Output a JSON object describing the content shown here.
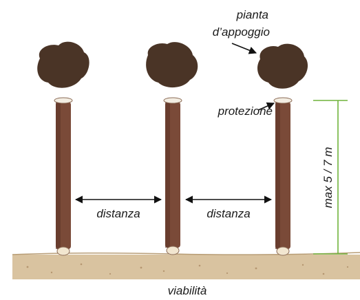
{
  "labels": {
    "support_plant_line1": "pianta",
    "support_plant_line2": "d’appoggio",
    "protection": "protezione",
    "distance_left": "distanza",
    "distance_right": "distanza",
    "max_height": "max 5 / 7 m",
    "road": "viabilità"
  },
  "colors": {
    "ground": "#d9c3a0",
    "trunk": "#7a4a38",
    "canopy": "#4a3426",
    "dimension_line": "#6fb23a",
    "arrow": "#111111",
    "text": "#1a1a1a"
  }
}
